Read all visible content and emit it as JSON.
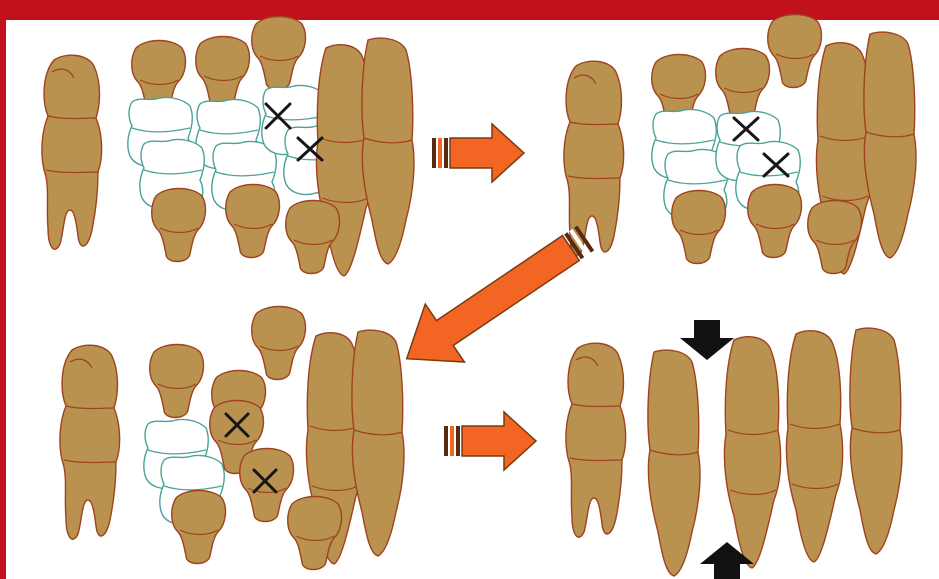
{
  "colors": {
    "top_bar": "#c1121c",
    "tooth_fill": "#b99250",
    "tooth_outline": "#a0421f",
    "primary_tooth_outline": "#4aa39a",
    "arrow_fill": "#f26522",
    "arrow_stripes": "#5a2a10",
    "pressure_arrow": "#111111",
    "extraction_mark": "#161616"
  },
  "panels": [
    {
      "step": 1,
      "extraction_marks": 2
    },
    {
      "step": 2,
      "extraction_marks": 2
    },
    {
      "step": 3,
      "extraction_marks": 2
    },
    {
      "step": 4,
      "extraction_marks": 0,
      "closing_arrows": 2
    }
  ],
  "transitions": [
    "right",
    "down-left",
    "right"
  ]
}
